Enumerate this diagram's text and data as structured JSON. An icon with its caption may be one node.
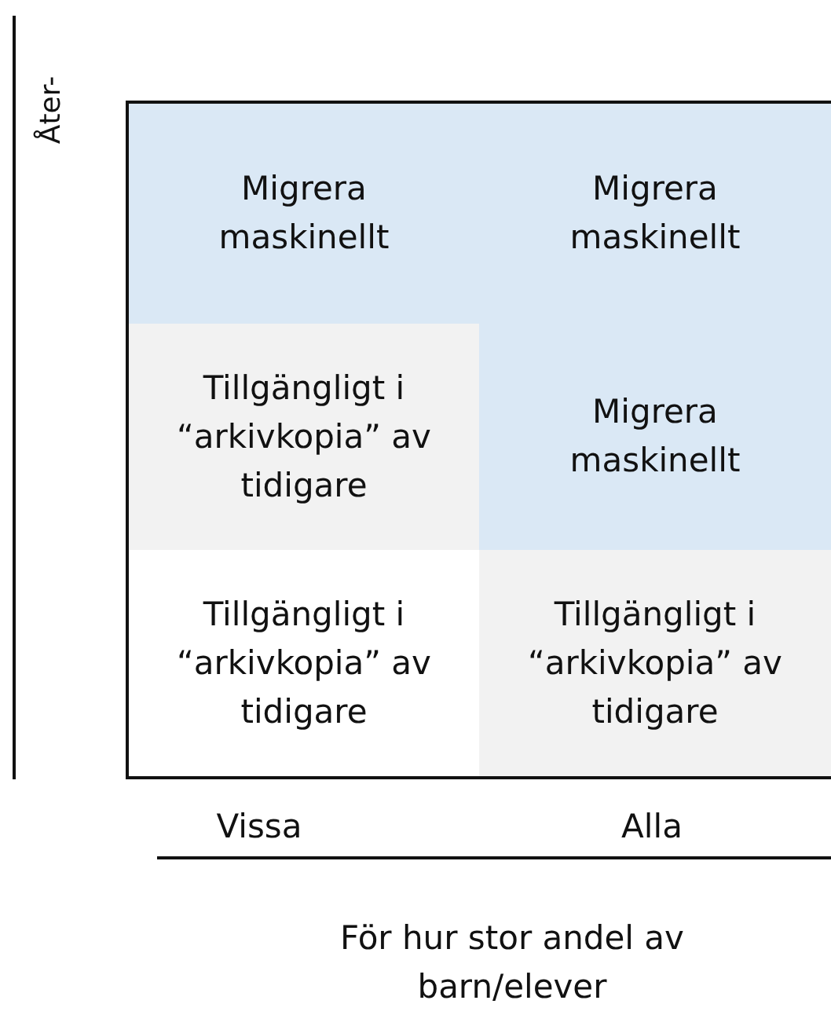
{
  "diagram": {
    "nodes": [
      {
        "text": [
          "Migrera maskinellt"
        ]
      },
      {
        "text": [
          "Migrera maskinellt"
        ]
      },
      {
        "text": [
          "Tillgängligt i “arkivkopia” av tidigare"
        ]
      },
      {
        "text": [
          "Migrera maskinellt"
        ]
      },
      {
        "text": [
          "Tillgängligt i “arkivkopia” av tidigare"
        ]
      },
      {
        "text": [
          "Tillgängligt i “arkivkopia” av tidigare"
        ]
      }
    ],
    "labels": [
      "Åter-",
      "Vissa",
      "Alla",
      "För hur stor andel av barn/elever"
    ]
  }
}
